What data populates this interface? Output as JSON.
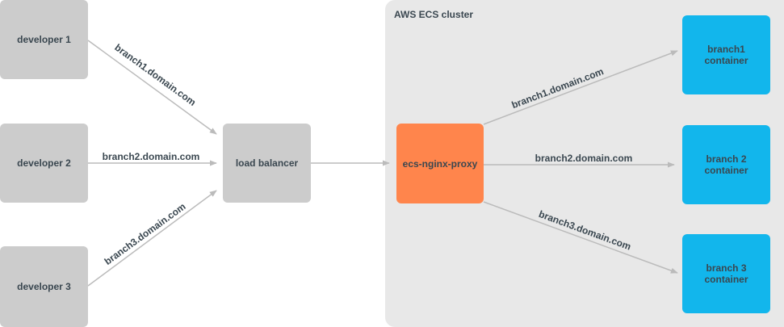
{
  "cluster": {
    "label": "AWS ECS cluster"
  },
  "nodes": {
    "developer_1": "developer 1",
    "developer_2": "developer 2",
    "developer_3": "developer 3",
    "load_balancer": "load balancer",
    "proxy": "ecs-nginx-proxy",
    "branch1_container": [
      "branch1",
      "container"
    ],
    "branch2_container": [
      "branch 2",
      "container"
    ],
    "branch3_container": [
      "branch 3",
      "container"
    ]
  },
  "edges": {
    "dev1_to_lb": "branch1.domain.com",
    "dev2_to_lb": "branch2.domain.com",
    "dev3_to_lb": "branch3.domain.com",
    "proxy_to_branch1": "branch1.domain.com",
    "proxy_to_branch2": "branch2.domain.com",
    "proxy_to_branch3": "branch3.domain.com"
  },
  "colors": {
    "gray_node": "#cccccc",
    "proxy_node": "#ff854c",
    "container_node": "#12b6ec",
    "cluster_bg": "#e8e8e8",
    "edge": "#bbbbbb",
    "text": "#3a4750"
  }
}
